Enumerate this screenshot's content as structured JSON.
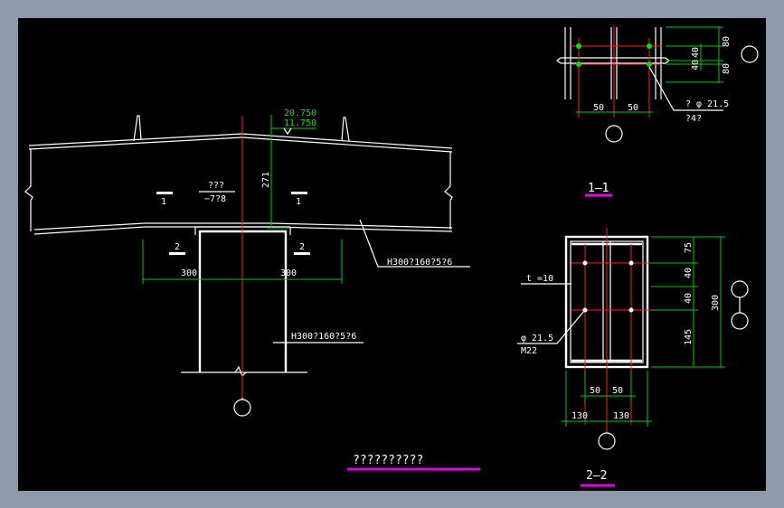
{
  "left_view": {
    "elev_top": "20.750",
    "elev_bottom": "11.750",
    "beam_height": "271",
    "section_mark_1": "1",
    "section_mark_2": "2",
    "note_label": "???",
    "note_value": "−7?8",
    "dim_left": "300",
    "dim_right": "300",
    "beam_spec": "H300?160?5?6",
    "column_spec": "H300?160?5?6"
  },
  "section_1_1": {
    "dim_80_top": "80",
    "dim_40a": "40",
    "dim_40b": "40",
    "dim_80_bottom": "80",
    "dim_50_left": "50",
    "dim_50_right": "50",
    "hole_note": "? φ 21.5",
    "hole_note2": "?4?",
    "title": "1–1"
  },
  "section_2_2": {
    "thickness": "t =10",
    "dim_75": "75",
    "dim_40a": "40",
    "dim_40b": "40",
    "dim_145": "145",
    "dim_300": "300",
    "hole_dia": "φ  21.5",
    "bolt": "M22",
    "dim_50_left": "50",
    "dim_50_right": "50",
    "dim_130_left": "130",
    "dim_130_right": "130",
    "title": "2–2"
  },
  "drawing_title": "??????????",
  "colors": {
    "background": "#000000",
    "frame": "#8f99ac",
    "dimension": "#00c800",
    "centerline": "#ff2020",
    "title_underline": "#e000e0"
  }
}
